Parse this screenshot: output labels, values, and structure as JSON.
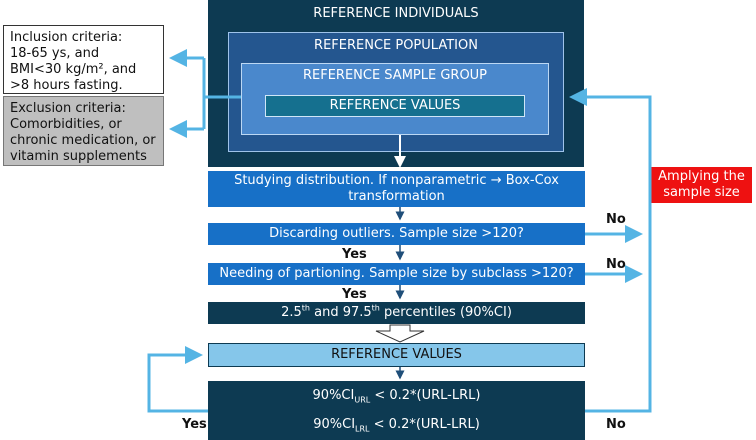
{
  "colors": {
    "navy": "#0d3a52",
    "dark_blue": "#24568f",
    "mid_blue": "#4a88cc",
    "blue_box": "#1770c7",
    "teal": "#15708f",
    "light_blue_box": "#85c6ea",
    "arrow": "#54b4e4",
    "red": "#ee1111",
    "grey": "#bfbfbf"
  },
  "nested": {
    "individuals": "REFERENCE INDIVIDUALS",
    "population": "REFERENCE POPULATION",
    "sample_group": "REFERENCE SAMPLE GROUP",
    "values": "REFERENCE VALUES"
  },
  "inclusion": "Inclusion criteria:\n18-65 ys, and\nBMI<30 kg/m², and\n>8 hours fasting.",
  "exclusion": "Exclusion criteria:\nComorbidities, or\nchronic medication, or\nvitamin supplements",
  "steps": {
    "distribution_1": "Studying distribution. If nonparametric → Box-Cox",
    "distribution_2": "transformation",
    "outliers": "Discarding outliers. Sample size >120?",
    "partitioning": "Needing of partioning. Sample size by subclass >120?",
    "percentiles": {
      "a": "2.5",
      "b": "th",
      "c": " and 97.5",
      "d": "th",
      "e": " percentiles (90%CI)"
    },
    "reference_values": "REFERENCE VALUES",
    "url_check": {
      "a": "90%CI",
      "b": "URL",
      "c": " < 0.2*(URL-LRL)"
    },
    "lrl_check": {
      "a": "90%CI",
      "b": "LRL",
      "c": " < 0.2*(URL-LRL)"
    }
  },
  "amplify": "Amplying the sample size",
  "labels": {
    "yes_1": "Yes",
    "yes_2": "Yes",
    "no_1": "No",
    "no_2": "No",
    "yes_loop": "Yes",
    "no_loop": "No"
  }
}
